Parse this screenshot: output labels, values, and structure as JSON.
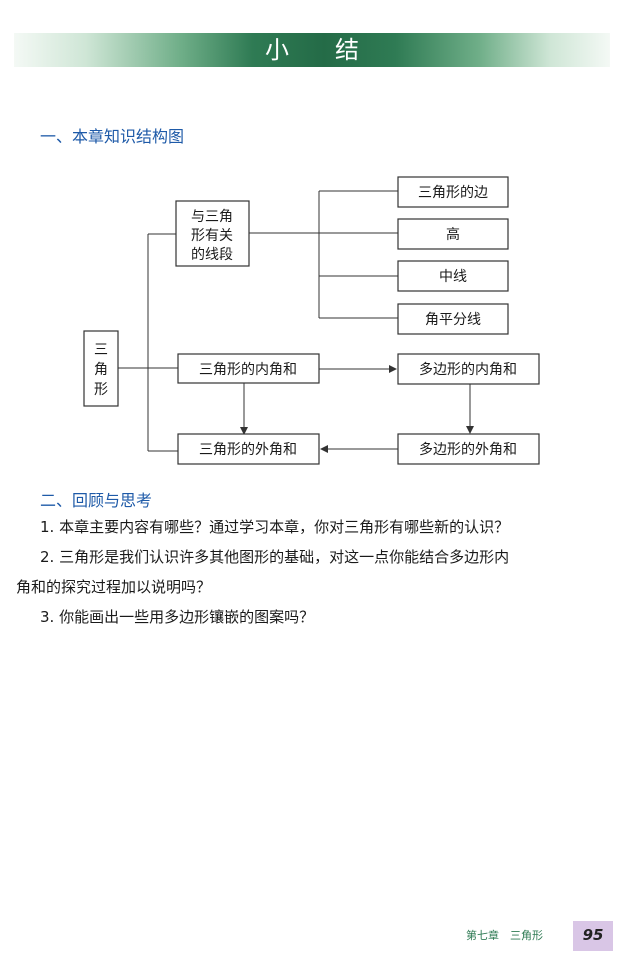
{
  "banner": {
    "title": "小结"
  },
  "section1": {
    "heading": "一、本章知识结构图"
  },
  "diagram": {
    "root": [
      "三",
      "角",
      "形"
    ],
    "segments": [
      "与三角",
      "形有关",
      "的线段"
    ],
    "branches": [
      "三角形的边",
      "高",
      "中线",
      "角平分线"
    ],
    "triangle_interior": "三角形的内角和",
    "triangle_exterior": "三角形的外角和",
    "polygon_interior": "多边形的内角和",
    "polygon_exterior": "多边形的外角和"
  },
  "section2": {
    "heading": "二、回顾与思考",
    "q1": "1. 本章主要内容有哪些？通过学习本章，你对三角形有哪些新的认识？",
    "q2_line1": "2. 三角形是我们认识许多其他图形的基础，对这一点你能结合多边形内",
    "q2_line2": "角和的探究过程加以说明吗？",
    "q3": "3. 你能画出一些用多边形镶嵌的图案吗？"
  },
  "footer": {
    "chapter": "第七章　三角形",
    "page_number": "95"
  }
}
